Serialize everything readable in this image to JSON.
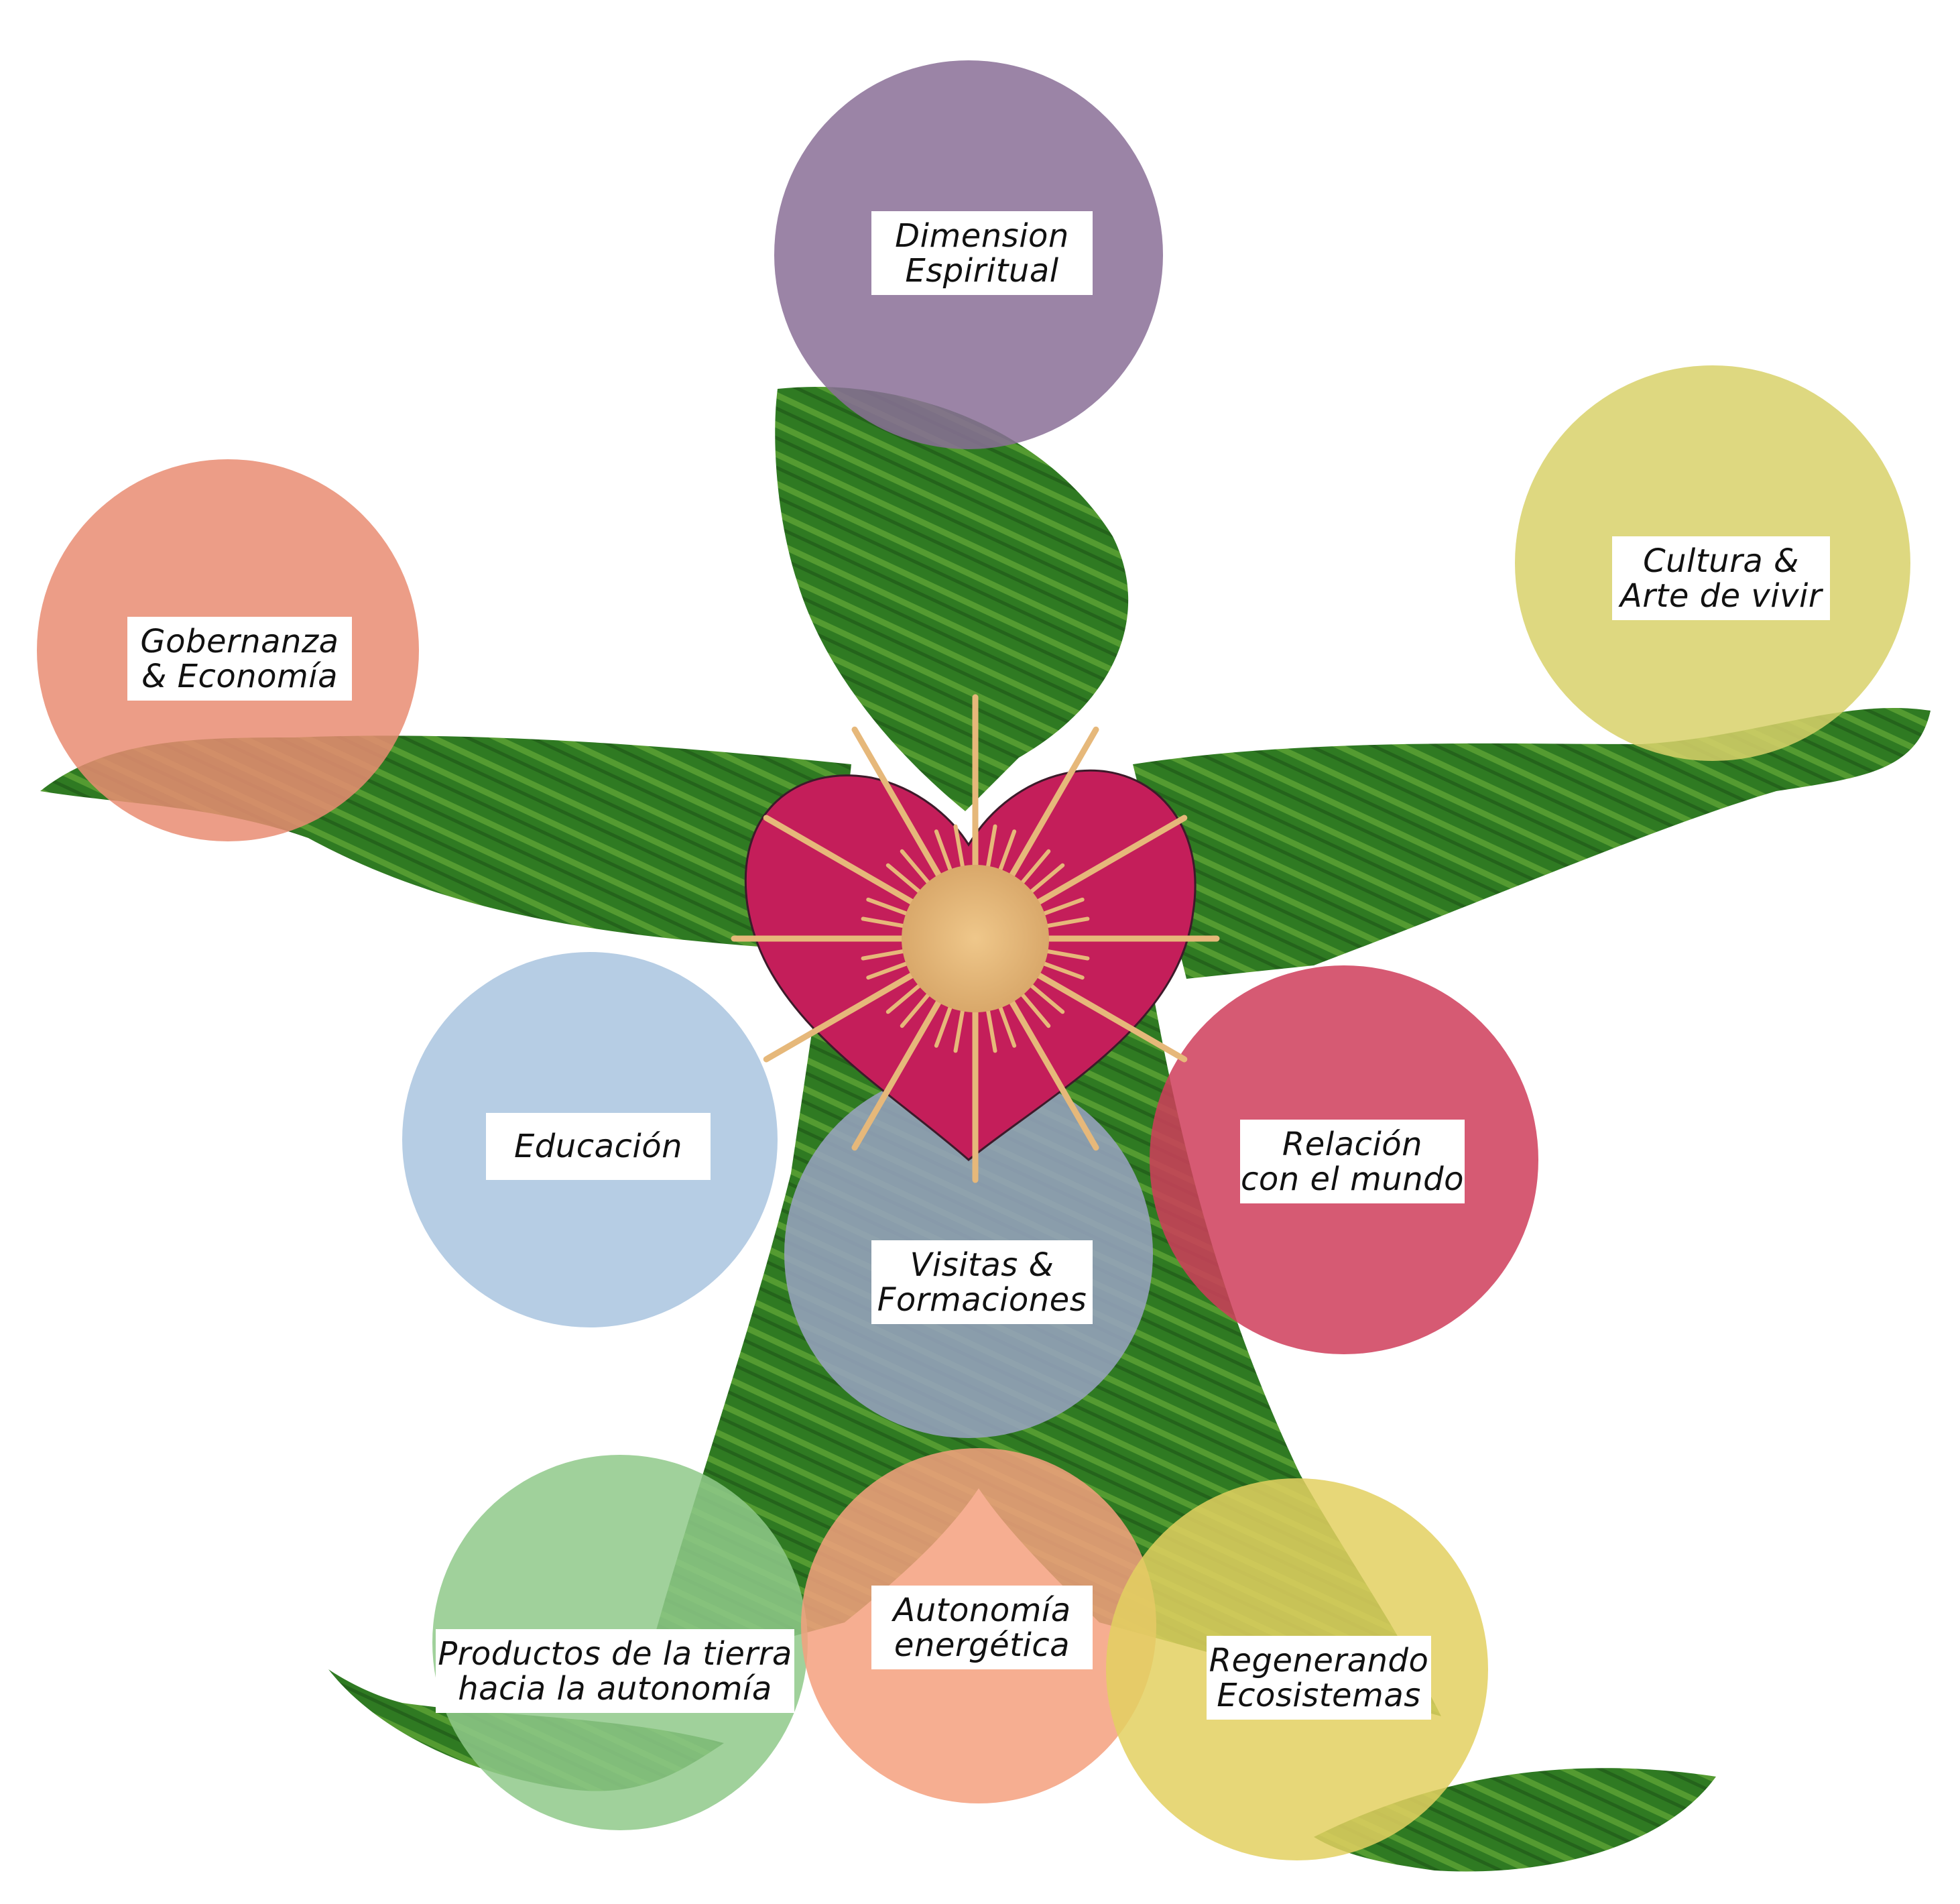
{
  "diagram": {
    "center": {
      "heart_color": "#c41e5a",
      "sun_color": "#e6b87a"
    },
    "body_color": "#2f7a22",
    "nodes": [
      {
        "id": "dimension-espiritual",
        "lines": [
          "Dimension",
          "Espiritual"
        ],
        "color": "#8a6f96"
      },
      {
        "id": "cultura-arte",
        "lines": [
          "Cultura &",
          "Arte de vivir"
        ],
        "color": "#d8d16a"
      },
      {
        "id": "gobernanza-economia",
        "lines": [
          "Gobernanza",
          "& Economía"
        ],
        "color": "#e98c72"
      },
      {
        "id": "educacion",
        "lines": [
          "Educación"
        ],
        "color": "#a9c4df"
      },
      {
        "id": "relacion-mundo",
        "lines": [
          "Relación",
          "con el mundo"
        ],
        "color": "#cf3d5a"
      },
      {
        "id": "visitas-formaciones",
        "lines": [
          "Visitas &",
          "Formaciones"
        ],
        "color": "#9aa3c3"
      },
      {
        "id": "productos-tierra",
        "lines": [
          "Productos de la tierra",
          "hacia la autonomía"
        ],
        "color": "#8fc98a"
      },
      {
        "id": "autonomia-energetica",
        "lines": [
          "Autonomía",
          "energética"
        ],
        "color": "#f4a07e"
      },
      {
        "id": "regenerando-ecosistemas",
        "lines": [
          "Regenerando",
          "Ecosistemas"
        ],
        "color": "#e3d060"
      }
    ]
  }
}
